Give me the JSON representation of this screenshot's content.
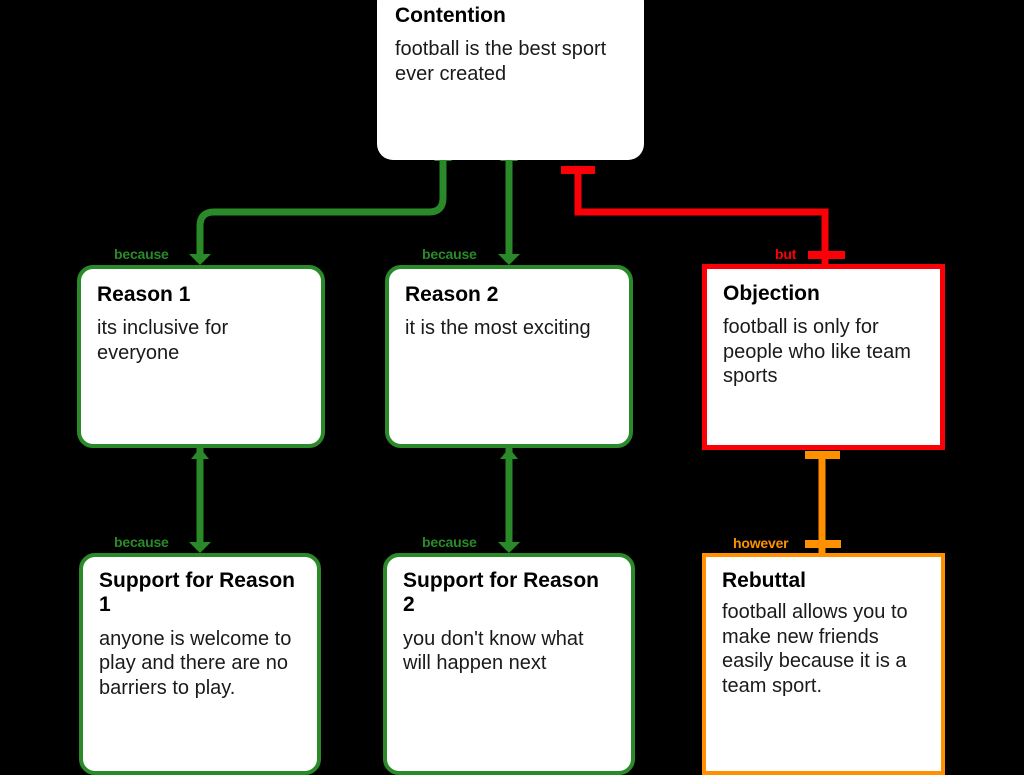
{
  "diagram": {
    "kind": "argument-map",
    "background_color": "#000000",
    "palette": {
      "support_green": "#2a8a2a",
      "objection_red": "#fb0007",
      "rebuttal_orange": "#ff9100",
      "node_fill": "#ffffff",
      "text": "#000000"
    }
  },
  "nodes": {
    "contention": {
      "title": "Contention",
      "body": "football is the best sport ever created",
      "accent": "#ffffff"
    },
    "reason_1": {
      "title": "Reason 1",
      "body": "its inclusive for everyone",
      "accent": "#2a8a2a"
    },
    "reason_2": {
      "title": "Reason 2",
      "body": "it is the most exciting",
      "accent": "#2a8a2a"
    },
    "objection": {
      "title": "Objection",
      "body": "football is only for people who like team sports",
      "accent": "#fb0007"
    },
    "support_1": {
      "title": "Support for Reason 1",
      "body": "anyone is welcome to play and there are no barriers to play.",
      "accent": "#2a8a2a"
    },
    "support_2": {
      "title": "Support for Reason 2",
      "body": "you don't know what will happen next",
      "accent": "#2a8a2a"
    },
    "rebuttal": {
      "title": "Rebuttal",
      "body": "football allows you to make new friends easily because it is a team sport.",
      "accent": "#ff9100"
    }
  },
  "edges": [
    {
      "id": "contention-reason-1",
      "label": "because",
      "from": "contention",
      "to": "reason_1",
      "color": "#2a8a2a",
      "type": "support"
    },
    {
      "id": "contention-reason-2",
      "label": "because",
      "from": "contention",
      "to": "reason_2",
      "color": "#2a8a2a",
      "type": "support"
    },
    {
      "id": "contention-objection",
      "label": "but",
      "from": "contention",
      "to": "objection",
      "color": "#fb0007",
      "type": "objection"
    },
    {
      "id": "reason-1-support-1",
      "label": "because",
      "from": "reason_1",
      "to": "support_1",
      "color": "#2a8a2a",
      "type": "support"
    },
    {
      "id": "reason-2-support-2",
      "label": "because",
      "from": "reason_2",
      "to": "support_2",
      "color": "#2a8a2a",
      "type": "support"
    },
    {
      "id": "objection-rebuttal",
      "label": "however",
      "from": "objection",
      "to": "rebuttal",
      "color": "#ff9100",
      "type": "rebuttal"
    }
  ]
}
